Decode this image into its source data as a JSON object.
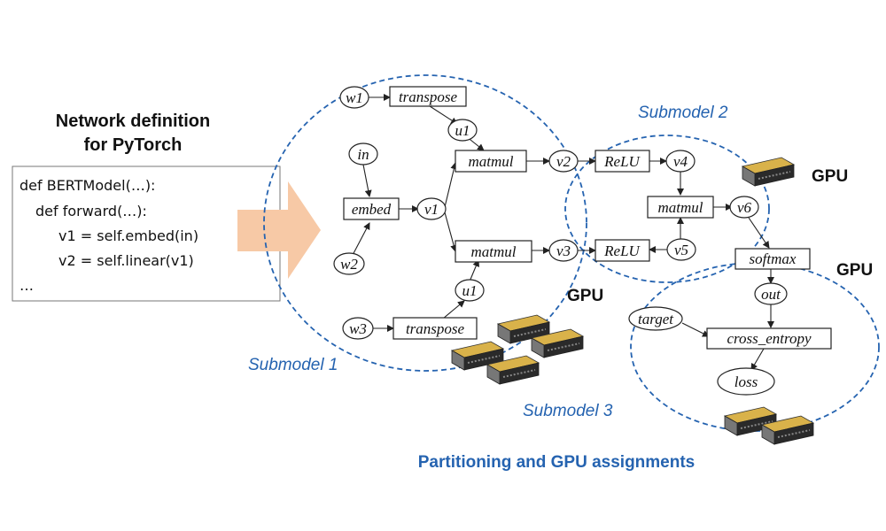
{
  "network_title_line1": "Network definition",
  "network_title_line2": "for PyTorch",
  "code_lines": [
    "def BERTModel(…):",
    "  def forward(…):",
    "      v1 = self.embed(in)",
    "      v2 = self.linear(v1)",
    "…"
  ],
  "submodels": [
    "Submodel 1",
    "Submodel 2",
    "Submodel 3"
  ],
  "gpu_label": "GPU",
  "bottom_caption": "Partitioning and GPU assignments",
  "colors": {
    "accent": "#2563b0",
    "arrow": "#f7c9a6"
  },
  "nodes": {
    "w1": "w1",
    "transpose_top": "transpose",
    "u1_top": "u1",
    "in": "in",
    "embed": "embed",
    "v1": "v1",
    "matmul_top": "matmul",
    "v2": "v2",
    "matmul_bottom": "matmul",
    "v3": "v3",
    "w2": "w2",
    "u1_bottom": "u1",
    "w3": "w3",
    "transpose_bottom": "transpose",
    "relu_top": "ReLU",
    "v4": "v4",
    "matmul_mid": "matmul",
    "v6": "v6",
    "relu_bottom": "ReLU",
    "v5": "v5",
    "softmax": "softmax",
    "out": "out",
    "target": "target",
    "cross_entropy": "cross_entropy",
    "loss": "loss"
  }
}
